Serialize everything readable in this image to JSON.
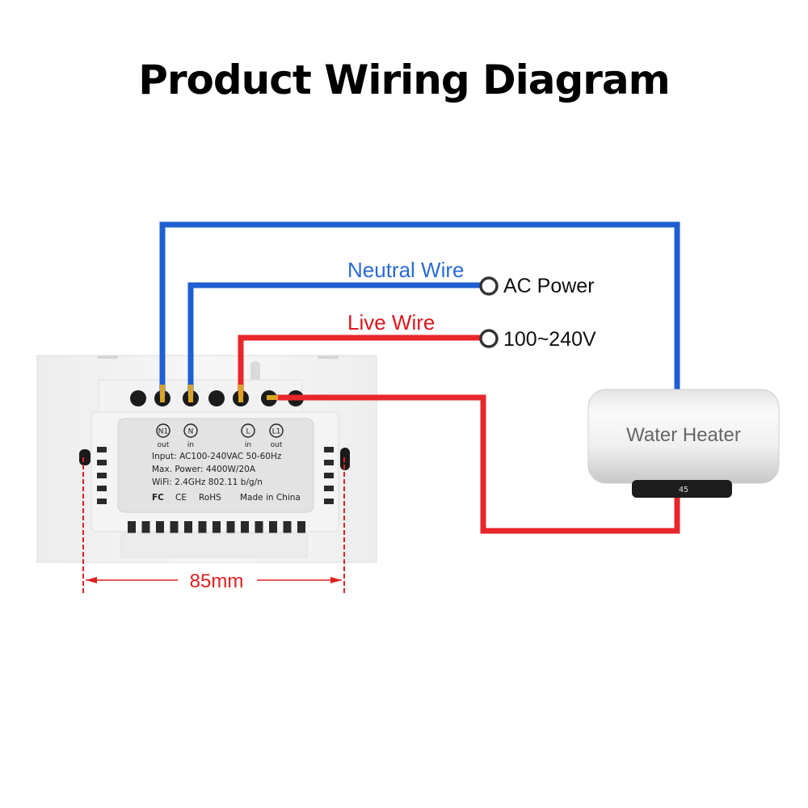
{
  "title": "Product Wiring Diagram",
  "labels": {
    "neutral_wire": "Neutral Wire",
    "live_wire": "Live Wire",
    "ac_power": "AC Power",
    "voltage": "100~240V",
    "appliance": "Water Heater",
    "dimension": "85mm",
    "heater_display": "45"
  },
  "terminals": [
    {
      "id": "N1",
      "direction": "out"
    },
    {
      "id": "N",
      "direction": "in"
    },
    {
      "id": "L",
      "direction": "in"
    },
    {
      "id": "L1",
      "direction": "out"
    }
  ],
  "specs": {
    "input": "Input: AC100-240VAC 50-60Hz",
    "max_power": "Max. Power: 4400W/20A",
    "wifi": "WiFi: 2.4GHz 802.11 b/g/n",
    "cert_fc": "FC",
    "cert_ce": "CE",
    "cert_rohs": "RoHS",
    "origin": "Made in China"
  },
  "colors": {
    "neutral": "#1f5fd1",
    "live": "#e8262b",
    "neutral_text": "#2a6bd6",
    "live_text": "#d9181e",
    "dimension": "#e02020"
  }
}
